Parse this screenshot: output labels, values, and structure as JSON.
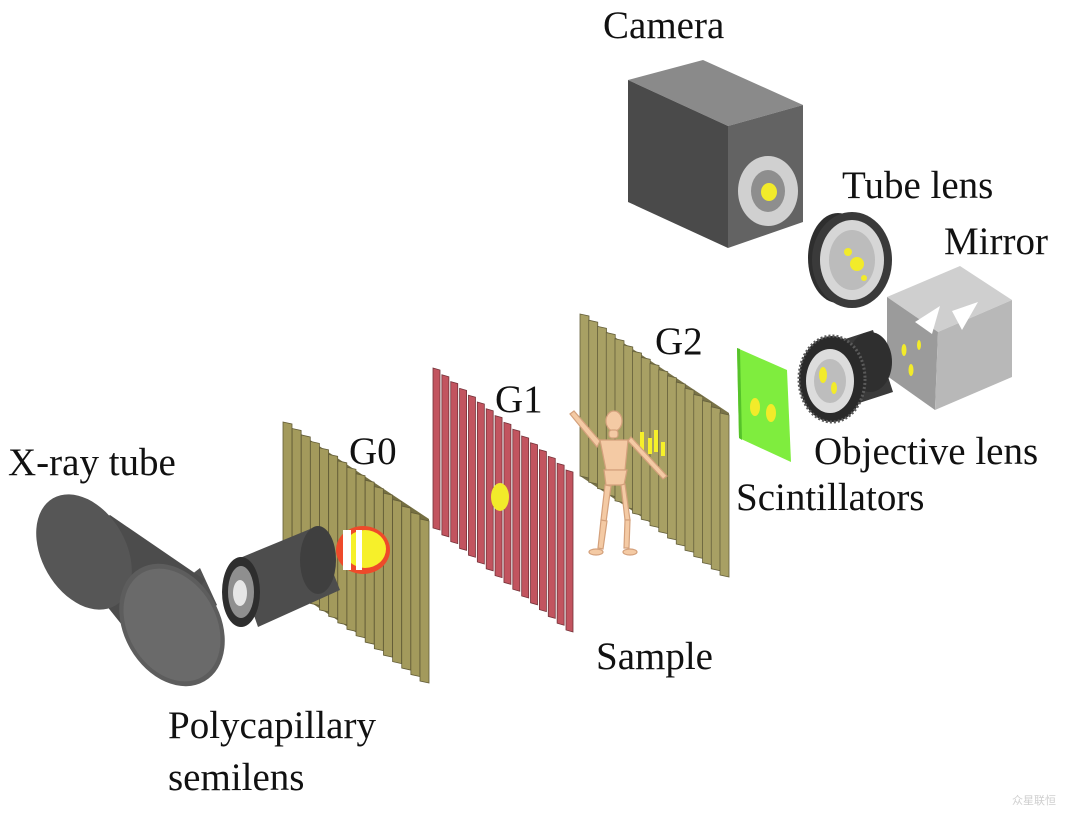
{
  "labels": {
    "camera": "Camera",
    "tube_lens": "Tube lens",
    "mirror": "Mirror",
    "g2": "G2",
    "g1": "G1",
    "g0": "G0",
    "xray_tube": "X-ray tube",
    "objective_lens": "Objective lens",
    "scintillators": "Scintillators",
    "sample": "Sample",
    "polycapillary_line1": "Polycapillary",
    "polycapillary_line2": "semilens"
  },
  "watermark": "众星联恒",
  "colors": {
    "grating_g0": "#a39a5c",
    "grating_g1": "#c2545f",
    "grating_g2": "#a8a064",
    "beam_spot": "#f6f02a",
    "beam_edge": "#ee4a2a",
    "scintillator": "#7fed3e",
    "device_dark": "#3f3f3f",
    "device_mid": "#5e5e5e",
    "mirror_box": "#b9b9b9",
    "figure": "#f3c9a4"
  },
  "icons": {
    "xray_tube": "xray-tube-icon",
    "semilens": "polycapillary-lens-icon",
    "camera": "camera-icon",
    "tube_lens": "lens-icon",
    "objective_lens": "objective-lens-icon",
    "mirror": "mirror-box-icon",
    "sample": "mannequin-icon"
  }
}
